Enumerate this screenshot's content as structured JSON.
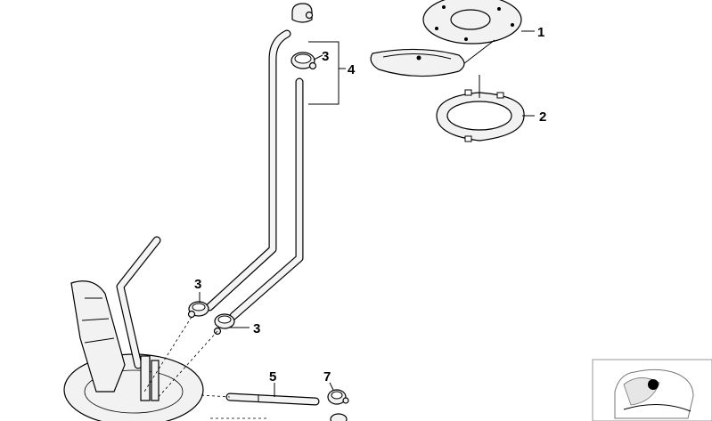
{
  "callouts": {
    "c1": "1",
    "c2": "2",
    "c3a": "3",
    "c3b": "3",
    "c3c": "3",
    "c4": "4",
    "c5": "5",
    "c7": "7"
  },
  "colors": {
    "line": "#000000",
    "part_fill": "#f2f2f2",
    "locator_marker": "#000000"
  }
}
